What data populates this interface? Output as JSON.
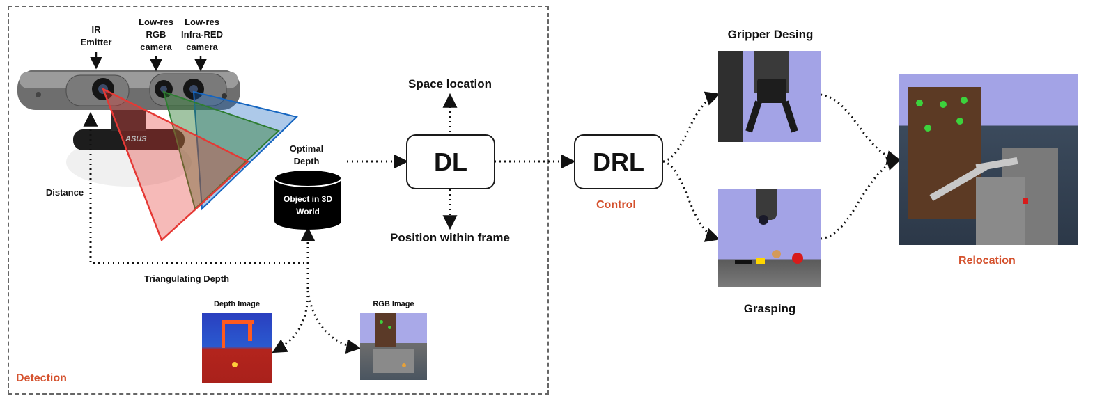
{
  "detection": {
    "title": "Detection",
    "camera": {
      "ir_emitter": "IR\nEmitter",
      "rgb_camera": "Low-res\nRGB\ncamera",
      "ir_camera": "Low-res\nInfra-RED\ncamera",
      "brand": "ASUS"
    },
    "distance_label": "Distance",
    "triangulating_label": "Triangulating Depth",
    "optimal_depth_label": "Optimal\nDepth",
    "cylinder_label": "Object in 3D\nWorld",
    "depth_image_label": "Depth Image",
    "rgb_image_label": "RGB Image"
  },
  "dl": {
    "label": "DL",
    "space_location": "Space location",
    "position_within_frame": "Position within frame"
  },
  "control": {
    "drl_label": "DRL",
    "title": "Control"
  },
  "gripper_label": "Gripper Desing",
  "grasping_label": "Grasping",
  "relocation_label": "Relocation",
  "colors": {
    "accent": "#d4502c",
    "dashed_border": "#666666",
    "ir_cone": "#e53935",
    "rgb_cone": "#2e7d32",
    "infra_cone": "#1565c0",
    "sim_sky": "#a9a9e8"
  }
}
